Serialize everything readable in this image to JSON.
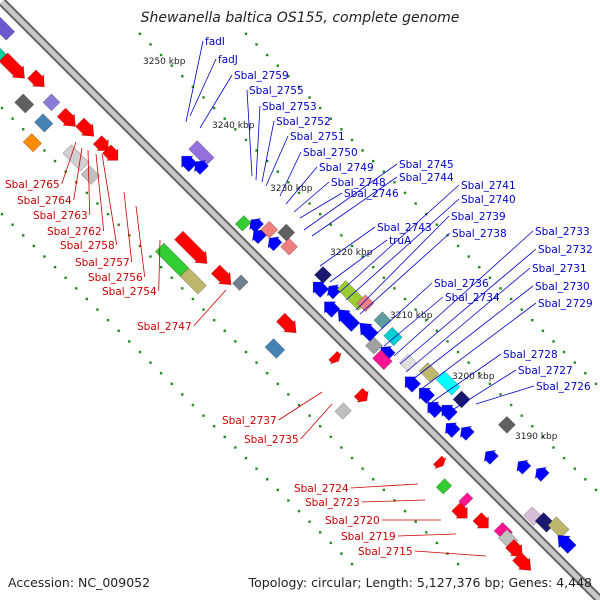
{
  "title": "Shewanella baltica OS155, complete genome",
  "footer": {
    "accession": "Accession: NC_009052",
    "stats": "Topology: circular; Length: 5,127,376 bp; Genes: 4,448"
  },
  "colors": {
    "forward_gene": "#ff0000",
    "reverse_gene": "#0000ff",
    "forward_label": "#cc0000",
    "reverse_label": "#0000cc",
    "backbone": "#999999",
    "tick_dots": "#228b22"
  },
  "kbp_ticks": [
    "3250 kbp",
    "3240 kbp",
    "3230 kbp",
    "3220 kbp",
    "3210 kbp",
    "3200 kbp",
    "3190 kbp"
  ],
  "forward_labels": [
    "Sbal_2765",
    "Sbal_2764",
    "Sbal_2763",
    "Sbal_2762",
    "Sbal_2758",
    "Sbal_2757",
    "Sbal_2756",
    "Sbal_2754",
    "Sbal_2747",
    "Sbal_2737",
    "Sbal_2735",
    "Sbal_2724",
    "Sbal_2723",
    "Sbal_2720",
    "Sbal_2719",
    "Sbal_2715"
  ],
  "reverse_labels": [
    "fadI",
    "fadJ",
    "Sbal_2759",
    "Sbal_2755",
    "Sbal_2753",
    "Sbal_2752",
    "Sbal_2751",
    "Sbal_2750",
    "Sbal_2749",
    "Sbal_2748",
    "Sbal_2746",
    "Sbal_2745",
    "Sbal_2744",
    "Sbal_2743",
    "truA",
    "Sbal_2741",
    "Sbal_2740",
    "Sbal_2739",
    "Sbal_2738",
    "Sbal_2736",
    "Sbal_2734",
    "Sbal_2733",
    "Sbal_2732",
    "Sbal_2731",
    "Sbal_2730",
    "Sbal_2729",
    "Sbal_2728",
    "Sbal_2727",
    "Sbal_2726"
  ]
}
